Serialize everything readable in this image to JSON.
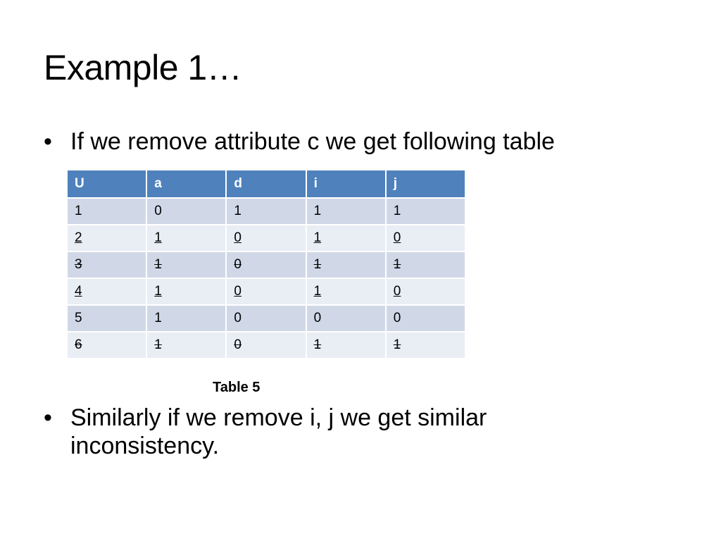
{
  "slide": {
    "title": "Example 1…",
    "bullets": [
      "If we remove attribute c we get following table",
      "Similarly if we remove i, j we get similar inconsistency."
    ],
    "bullet_symbol": "•",
    "table": {
      "header_color": "#4f81bd",
      "band_colors": [
        "#d0d8e8",
        "#e9edf4"
      ],
      "columns": [
        "U",
        "a",
        "d",
        "i",
        "j"
      ],
      "rows": [
        {
          "style": "normal",
          "cells": [
            "1",
            "0",
            "1",
            "1",
            "1"
          ]
        },
        {
          "style": "underline",
          "cells": [
            "2",
            "1",
            "0",
            "1",
            "0"
          ]
        },
        {
          "style": "strike",
          "cells": [
            "3",
            "1",
            "0",
            "1",
            "1"
          ]
        },
        {
          "style": "underline",
          "cells": [
            "4",
            "1",
            "0",
            "1",
            "0"
          ]
        },
        {
          "style": "normal",
          "cells": [
            "5",
            "1",
            "0",
            "0",
            "0"
          ]
        },
        {
          "style": "strike",
          "cells": [
            "6",
            "1",
            "0",
            "1",
            "1"
          ]
        }
      ],
      "caption": "Table 5"
    }
  }
}
